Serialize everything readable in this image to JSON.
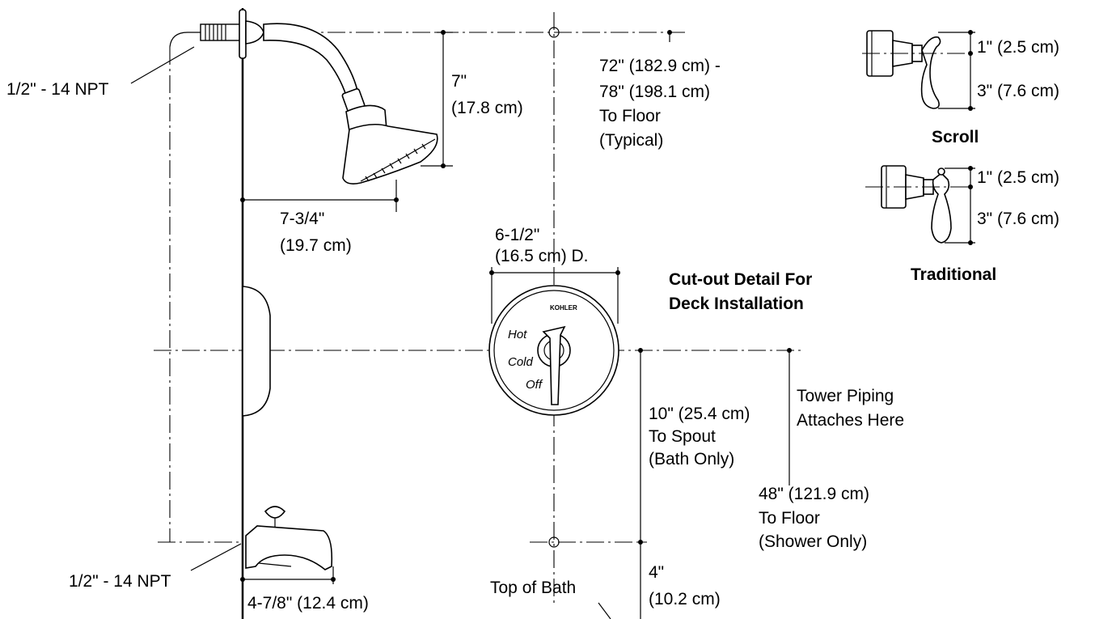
{
  "labels": {
    "npt_top": "1/2\" - 14 NPT",
    "npt_bottom": "1/2\" - 14 NPT",
    "arm_drop_in": "7\"",
    "arm_drop_cm": "(17.8 cm)",
    "arm_reach_in": "7-3/4\"",
    "arm_reach_cm": "(19.7 cm)",
    "head_height_1": "72\" (182.9 cm) -",
    "head_height_2": "78\" (198.1 cm)",
    "head_height_3": "To Floor",
    "head_height_4": "(Typical)",
    "escutcheon_dia_in": "6-1/2\"",
    "escutcheon_dia_cm": "(16.5 cm) D.",
    "cutout_title_1": "Cut-out Detail For",
    "cutout_title_2": "Deck Installation",
    "spout_1": "10\" (25.4 cm)",
    "spout_2": "To Spout",
    "spout_3": "(Bath Only)",
    "tower_1": "Tower Piping",
    "tower_2": "Attaches Here",
    "valve_floor_1": "48\" (121.9 cm)",
    "valve_floor_2": "To Floor",
    "valve_floor_3": "(Shower Only)",
    "bath_top": "Top of Bath",
    "bath_gap_in": "4\"",
    "bath_gap_cm": "(10.2 cm)",
    "spout_reach": "4-7/8\" (12.4 cm)",
    "scroll_top": "1\" (2.5 cm)",
    "scroll_bottom": "3\" (7.6 cm)",
    "scroll_name": "Scroll",
    "trad_top": "1\" (2.5 cm)",
    "trad_bottom": "3\" (7.6 cm)",
    "trad_name": "Traditional",
    "brand": "KOHLER",
    "dial_hot": "Hot",
    "dial_cold": "Cold",
    "dial_off": "Off"
  }
}
